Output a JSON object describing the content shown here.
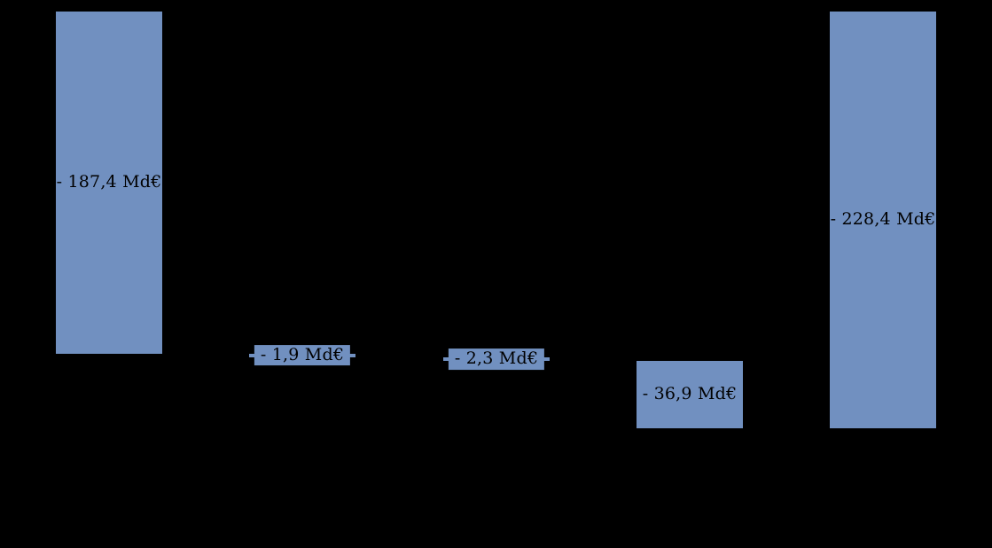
{
  "chart_data": {
    "type": "bar",
    "subtype": "waterfall",
    "unit": "Md€",
    "title": "",
    "bars": [
      {
        "name": "bar-1",
        "label": "- 187,4 Md€",
        "value": 187.4,
        "is_total": false
      },
      {
        "name": "bar-2",
        "label": "- 1,9 Md€",
        "value": 1.9,
        "is_total": false
      },
      {
        "name": "bar-3",
        "label": "- 2,3 Md€",
        "value": 2.3,
        "is_total": false
      },
      {
        "name": "bar-4",
        "label": "- 36,9 Md€",
        "value": 36.9,
        "is_total": false
      },
      {
        "name": "bar-5",
        "label": "- 228,4 Md€",
        "value": 228.4,
        "is_total": true
      }
    ],
    "total": 228.4,
    "bar_color": "#7190c0",
    "label_color": "#000000",
    "background_color": "#000000",
    "value_axis": {
      "start": 0,
      "end": 228.4,
      "direction": "downward-cumulative"
    },
    "grid": false,
    "legend": false
  }
}
